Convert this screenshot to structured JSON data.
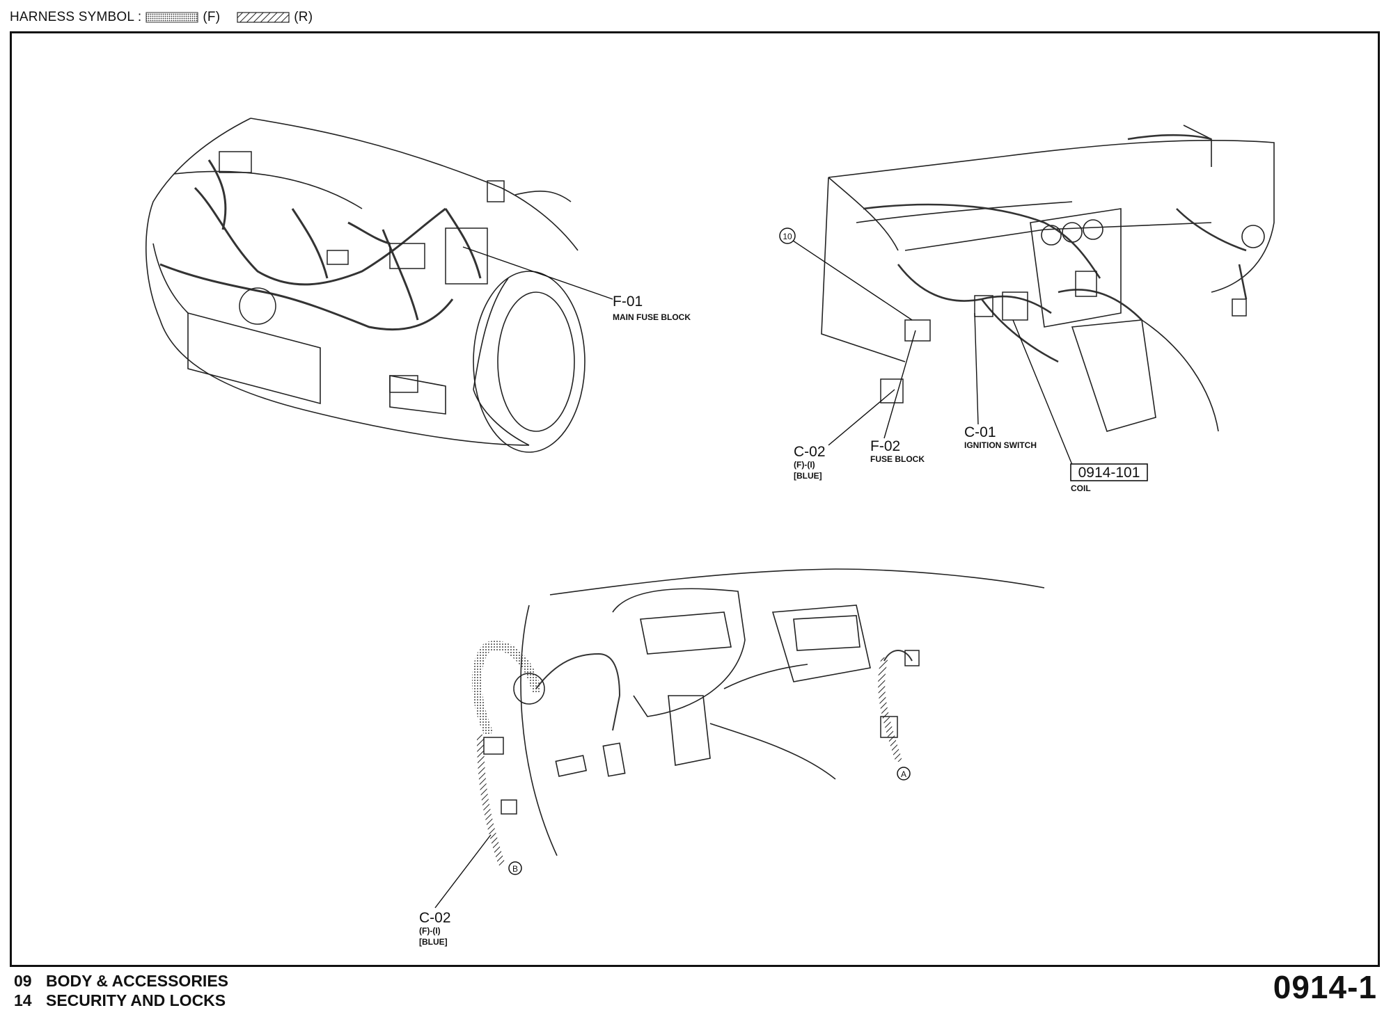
{
  "header": {
    "prefix": "HARNESS SYMBOL :",
    "front_label": "(F)",
    "rear_label": "(R)"
  },
  "callouts": {
    "engine": {
      "f01_code": "F-01",
      "f01_name": "MAIN FUSE BLOCK"
    },
    "dashboard": {
      "marker_10": "10",
      "c02_code": "C-02",
      "c02_sub1": "(F)-(I)",
      "c02_sub2": "[BLUE]",
      "f02_code": "F-02",
      "f02_name": "FUSE BLOCK",
      "c01_code": "C-01",
      "c01_name": "IGNITION SWITCH",
      "coil_code": "0914-101",
      "coil_name": "COIL"
    },
    "interior": {
      "marker_a": "A",
      "marker_b": "B",
      "c02_code": "C-02",
      "c02_sub1": "(F)-(I)",
      "c02_sub2": "[BLUE]"
    }
  },
  "footer": {
    "line1_num": "09",
    "line1_text": "BODY & ACCESSORIES",
    "line2_num": "14",
    "line2_text": "SECURITY AND LOCKS",
    "page_code": "0914-1"
  }
}
